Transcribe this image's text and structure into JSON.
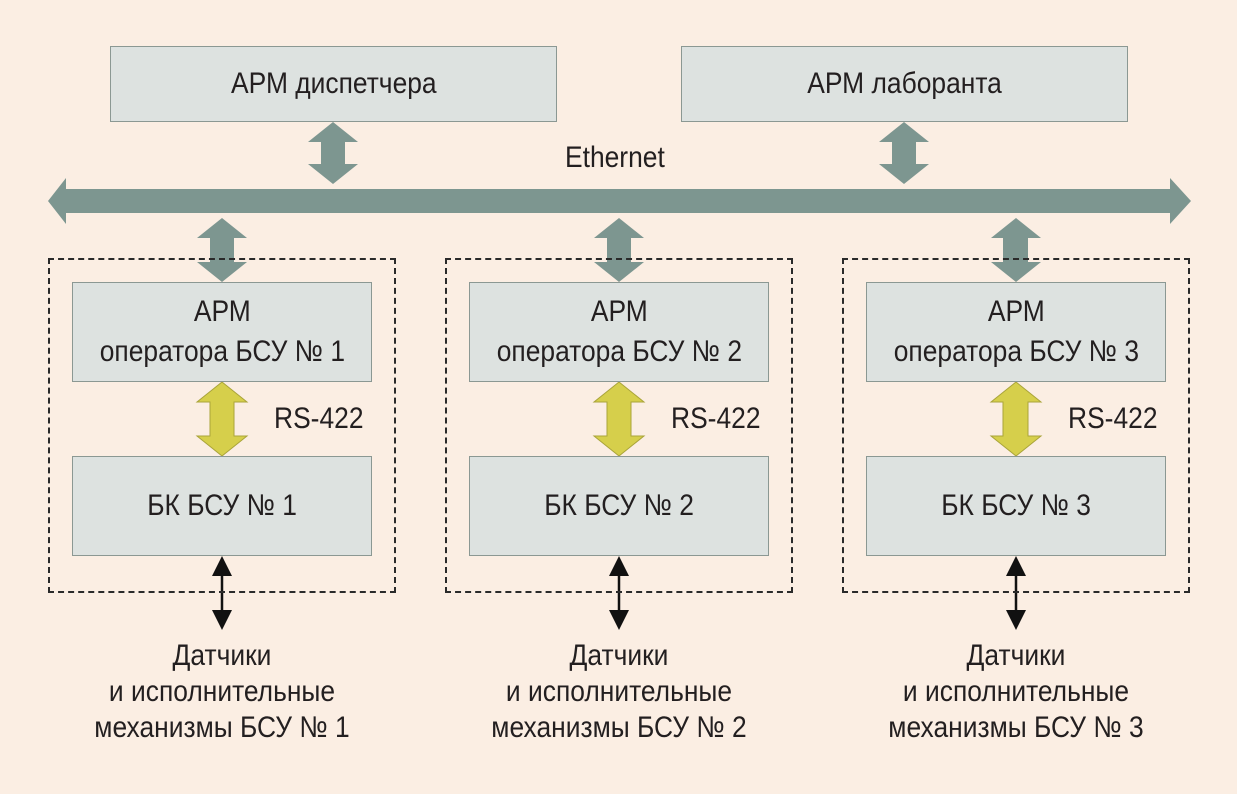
{
  "top": {
    "dispatcher": "АРМ диспетчера",
    "lab": "АРМ лаборанта"
  },
  "bus": {
    "label": "Ethernet"
  },
  "units": [
    {
      "op_line1": "АРМ",
      "op_line2": "оператора БСУ № 1",
      "link": "RS-422",
      "bk": "БК БСУ № 1",
      "sensors_line1": "Датчики",
      "sensors_line2": "и исполнительные",
      "sensors_line3": "механизмы БСУ № 1"
    },
    {
      "op_line1": "АРМ",
      "op_line2": "оператора БСУ № 2",
      "link": "RS-422",
      "bk": "БК БСУ № 2",
      "sensors_line1": "Датчики",
      "sensors_line2": "и исполнительные",
      "sensors_line3": "механизмы БСУ № 2"
    },
    {
      "op_line1": "АРМ",
      "op_line2": "оператора БСУ № 3",
      "link": "RS-422",
      "bk": "БК БСУ № 3",
      "sensors_line1": "Датчики",
      "sensors_line2": "и исполнительные",
      "sensors_line3": "механизмы БСУ № 3"
    }
  ],
  "colors": {
    "background": "#fbeee3",
    "box_fill": "#dde2e0",
    "bus_arrow": "#7d9690",
    "rs422_arrow": "#d6cf4b"
  }
}
